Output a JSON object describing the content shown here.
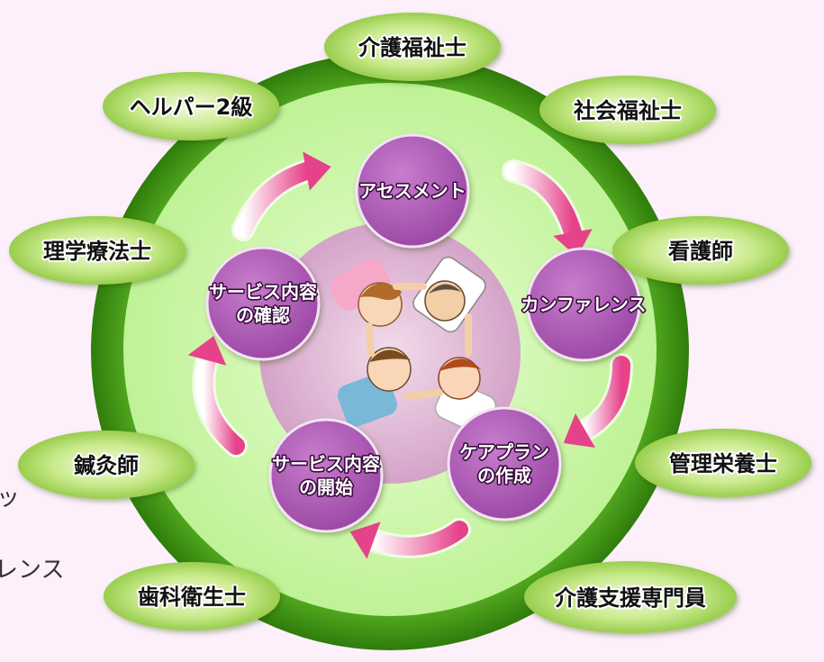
{
  "diagram": {
    "process_steps": [
      {
        "label_lines": [
          "アセスメント"
        ]
      },
      {
        "label_lines": [
          "カンファレンス"
        ]
      },
      {
        "label_lines": [
          "ケアプラン",
          "の作成"
        ]
      },
      {
        "label_lines": [
          "サービス内容",
          "の開始"
        ]
      },
      {
        "label_lines": [
          "サービス内容",
          "の確認"
        ]
      }
    ],
    "professions": [
      "介護福祉士",
      "社会福祉士",
      "看護師",
      "管理栄養士",
      "介護支援専門員",
      "歯科衛生士",
      "鍼灸師",
      "理学療法士",
      "ヘルパー2級"
    ],
    "edge_fragments": [
      "ッ",
      "レンス"
    ],
    "colors": {
      "outer_ring": "#3f9a12",
      "inner_field": "#c6f5a0",
      "core": "#dbb1cf",
      "step_node": "#b05ab8",
      "profession_oval": "#b0dc5c",
      "arrow": "#e8508c"
    }
  }
}
